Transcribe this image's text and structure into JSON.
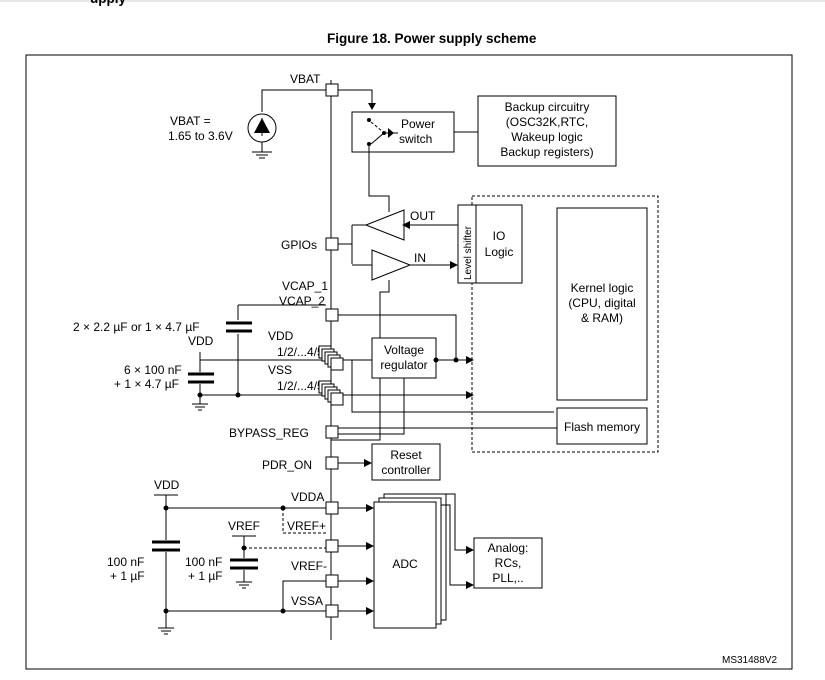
{
  "page": {
    "top_partial_text": "upply"
  },
  "figure": {
    "title": "Figure 18. Power supply scheme",
    "ref_code": "MS31488V2"
  },
  "labels": {
    "vbat": "VBAT",
    "vbat_eq": "VBAT =",
    "vbat_range": "1.65 to 3.6V",
    "power": "Power",
    "switch": "switch",
    "backup_line1": "Backup circuitry",
    "backup_line2": "(OSC32K,RTC,",
    "backup_line3": "Wakeup logic",
    "backup_line4": "Backup registers)",
    "out": "OUT",
    "in": "IN",
    "gpios": "GPIOs",
    "level_shifter": "Level shifter",
    "io": "IO",
    "logic": "Logic",
    "kernel_line1": "Kernel logic",
    "kernel_line2": "(CPU, digital",
    "kernel_line3": "& RAM)",
    "vcap1": "VCAP_1",
    "vcap2": "VCAP_2",
    "cap_vcap": "2 × 2.2 µF  or  1 × 4.7 µF",
    "vdd_left": "VDD",
    "vdd": "VDD",
    "vdd_pins": "1/2/...4/5",
    "vss": "VSS",
    "vss_pins": "1/2/...4/5",
    "cap_vdd1": "6 × 100 nF",
    "cap_vdd2": "+ 1 × 4.7 µF",
    "voltage": "Voltage",
    "regulator": "regulator",
    "flash": "Flash memory",
    "bypass": "BYPASS_REG",
    "pdr_on": "PDR_ON",
    "reset1": "Reset",
    "reset2": "controller",
    "vdd_analog": "VDD",
    "vdda": "VDDA",
    "vref": "VREF",
    "vref_plus": "VREF+",
    "vref_minus": "VREF-",
    "vssa": "VSSA",
    "cap_a1": "100 nF",
    "cap_a2": "+ 1 µF",
    "cap_r1": "100 nF",
    "cap_r2": "+ 1 µF",
    "adc": "ADC",
    "analog1": "Analog:",
    "analog2": "RCs,",
    "analog3": "PLL,.."
  }
}
